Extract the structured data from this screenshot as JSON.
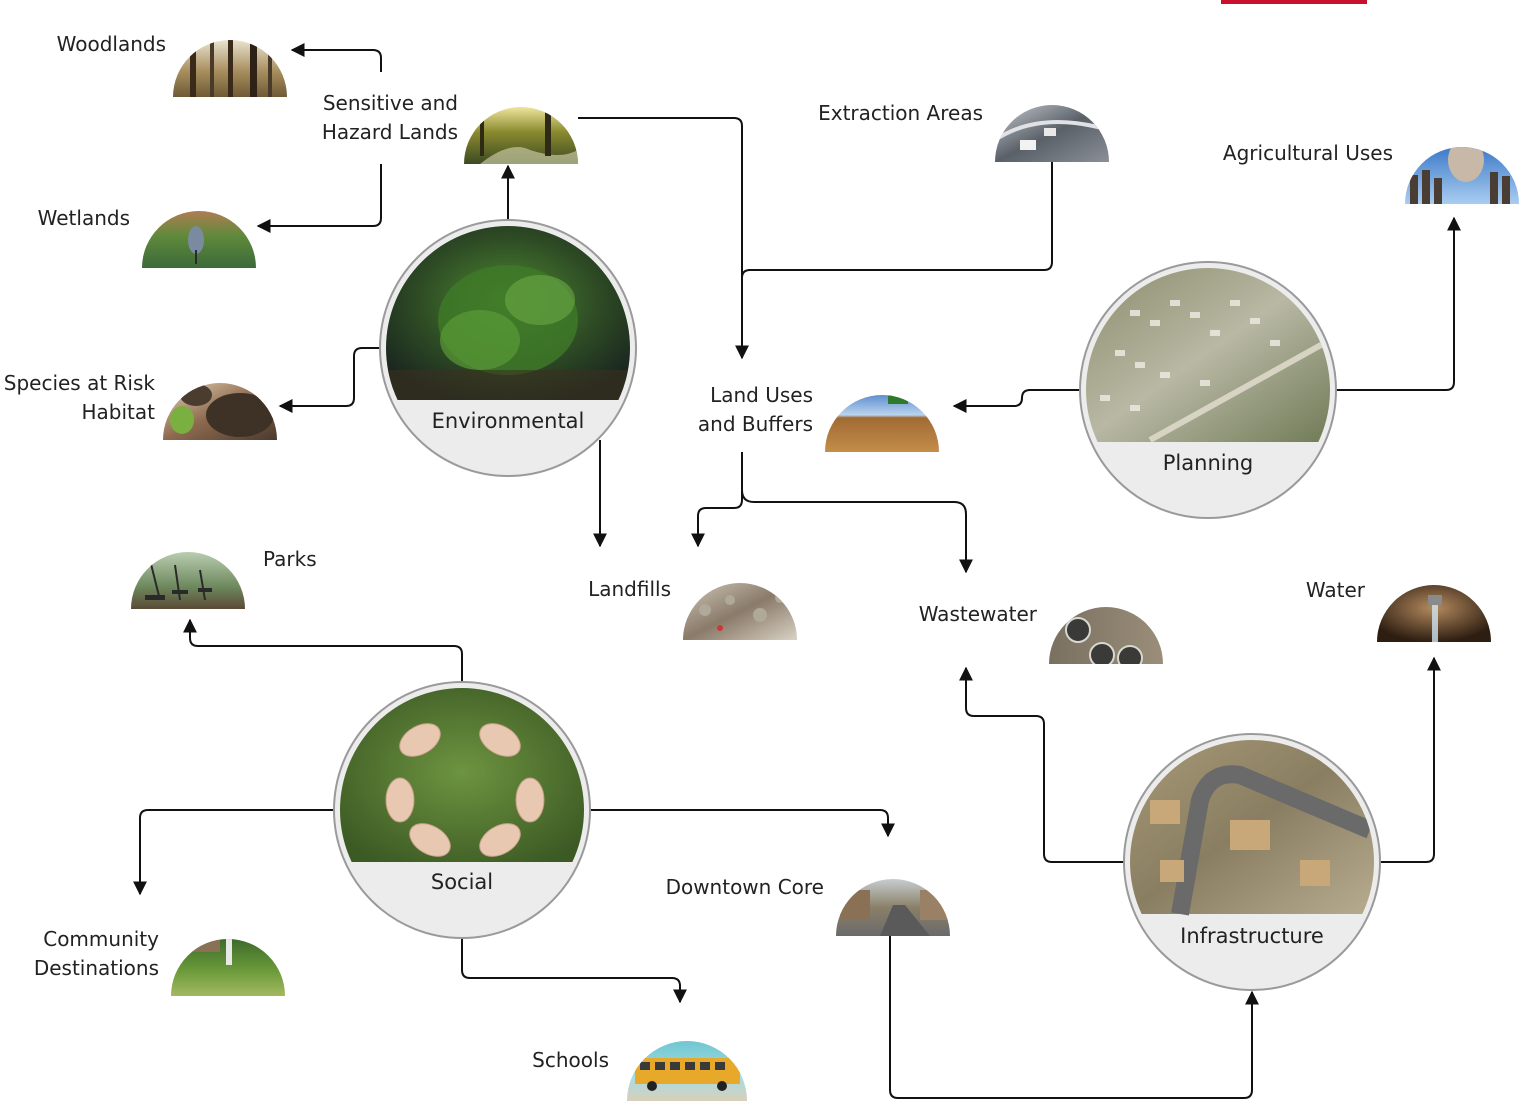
{
  "hubs": {
    "environmental": "Environmental",
    "planning": "Planning",
    "social": "Social",
    "infrastructure": "Infrastructure"
  },
  "nodes": {
    "woodlands": "Woodlands",
    "sensitive_line1": "Sensitive and",
    "sensitive_line2": "Hazard Lands",
    "wetlands": "Wetlands",
    "species_line1": "Species at Risk",
    "species_line2": "Habitat",
    "extraction": "Extraction Areas",
    "agricultural": "Agricultural Uses",
    "landuses_line1": "Land Uses",
    "landuses_line2": "and Buffers",
    "landfills": "Landfills",
    "wastewater": "Wastewater",
    "water": "Water",
    "parks": "Parks",
    "downtown": "Downtown Core",
    "community_line1": "Community",
    "community_line2": "Destinations",
    "schools": "Schools"
  },
  "colors": {
    "accent_bar": "#c8102e",
    "hub_band": "#ececec",
    "hub_ring": "#9a9a9a"
  },
  "icons": {
    "woodlands": "forest-photo",
    "sensitive": "forest-stream-photo",
    "wetlands": "heron-wetland-photo",
    "species": "turtle-photo",
    "environmental": "moss-photo",
    "extraction": "quarry-photo",
    "agricultural": "cow-photo",
    "landuses": "harvester-field-photo",
    "planning": "aerial-subdivision-photo",
    "landfills": "landfill-photo",
    "wastewater": "treatment-plant-photo",
    "water": "faucet-photo",
    "parks": "park-photo",
    "social": "linked-hands-photo",
    "downtown": "main-street-photo",
    "community": "baseball-photo",
    "schools": "school-bus-photo",
    "infrastructure": "aerial-construction-photo"
  }
}
